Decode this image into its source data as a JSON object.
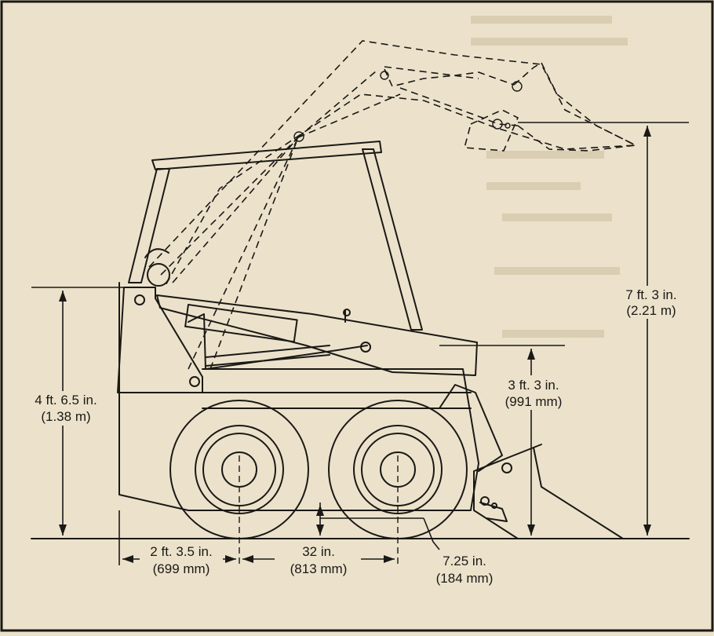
{
  "colors": {
    "paper": "#ece2cb",
    "ink": "#1a1916",
    "ghost_text": "#d9cdb2"
  },
  "dimensions": {
    "overall_height": {
      "imperial": "7 ft. 3 in.",
      "metric": "(2.21 m)"
    },
    "pivot_height": {
      "imperial": "4 ft. 6.5 in.",
      "metric": "(1.38 m)"
    },
    "bucket_height": {
      "imperial": "3 ft. 3 in.",
      "metric": "(991 mm)"
    },
    "rear_overhang": {
      "imperial": "2 ft. 3.5 in.",
      "metric": "(699 mm)"
    },
    "wheelbase": {
      "imperial": "32 in.",
      "metric": "(813 mm)"
    },
    "ground_clearance": {
      "imperial": "7.25 in.",
      "metric": "(184 mm)"
    }
  }
}
